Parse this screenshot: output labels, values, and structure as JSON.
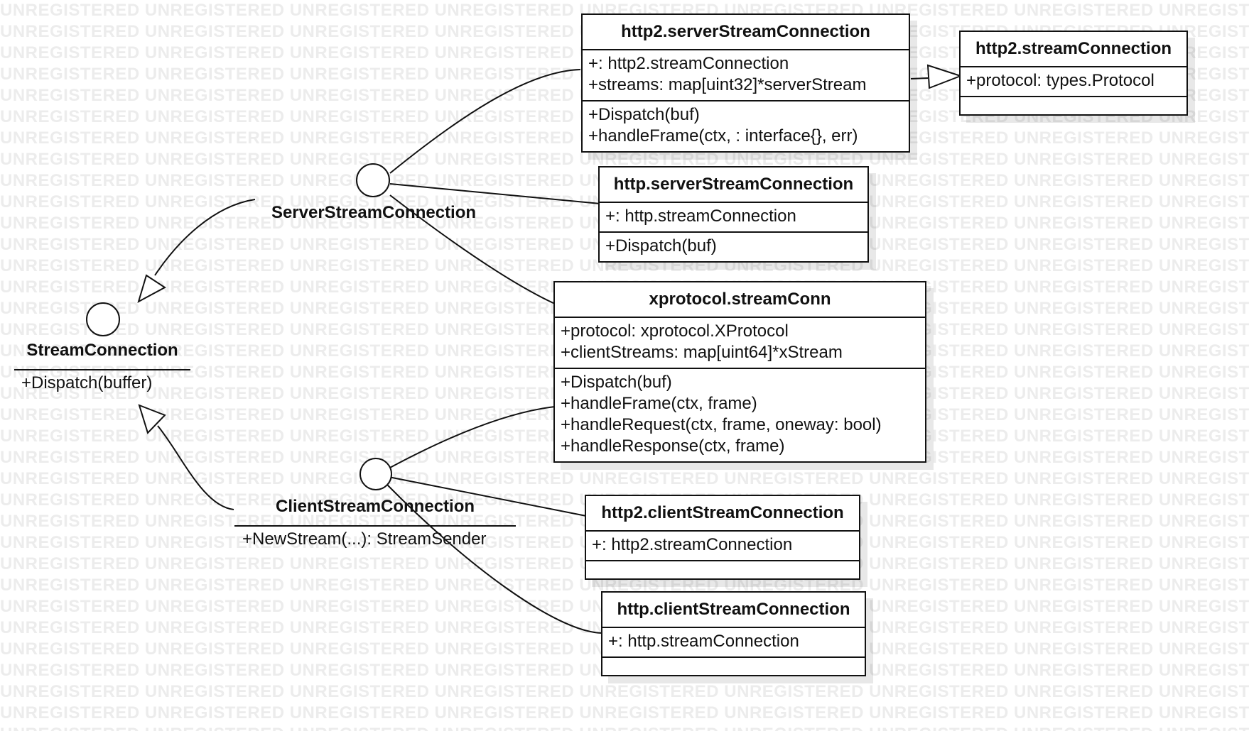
{
  "watermark": {
    "text": "UNREGISTERED"
  },
  "interfaces": {
    "stream": {
      "name": "StreamConnection",
      "ops": [
        "+Dispatch(buffer)"
      ]
    },
    "server": {
      "name": "ServerStreamConnection",
      "ops": []
    },
    "client": {
      "name": "ClientStreamConnection",
      "ops": [
        "+NewStream(...): StreamSender"
      ]
    }
  },
  "classes": {
    "http2_server": {
      "name": "http2.serverStreamConnection",
      "attributes": [
        "+: http2.streamConnection",
        "+streams: map[uint32]*serverStream"
      ],
      "operations": [
        "+Dispatch(buf)",
        "+handleFrame(ctx, : interface{}, err)"
      ]
    },
    "http2_stream": {
      "name": "http2.streamConnection",
      "attributes": [
        "+protocol: types.Protocol"
      ],
      "operations": []
    },
    "http_server": {
      "name": "http.serverStreamConnection",
      "attributes": [
        "+: http.streamConnection"
      ],
      "operations": [
        "+Dispatch(buf)"
      ]
    },
    "xprotocol": {
      "name": "xprotocol.streamConn",
      "attributes": [
        "+protocol: xprotocol.XProtocol",
        "+clientStreams: map[uint64]*xStream"
      ],
      "operations": [
        "+Dispatch(buf)",
        "+handleFrame(ctx, frame)",
        "+handleRequest(ctx, frame, oneway: bool)",
        "+handleResponse(ctx, frame)"
      ]
    },
    "http2_client": {
      "name": "http2.clientStreamConnection",
      "attributes": [
        "+: http2.streamConnection"
      ],
      "operations": []
    },
    "http_client": {
      "name": "http.clientStreamConnection",
      "attributes": [
        "+: http.streamConnection"
      ],
      "operations": []
    }
  }
}
